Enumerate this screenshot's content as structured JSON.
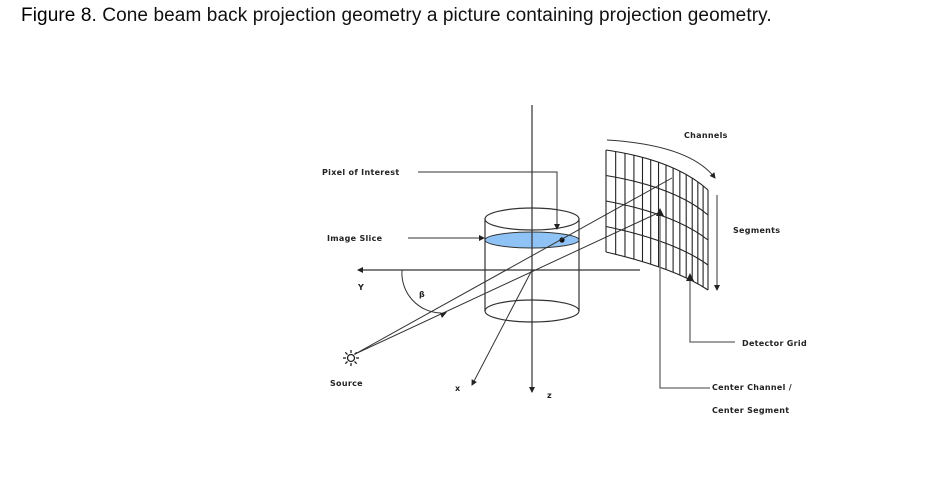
{
  "caption": {
    "figure_label": "Figure 8",
    "text": ". Cone beam back projection geometry a picture containing projection geometry."
  },
  "diagram": {
    "labels": {
      "pixel_of_interest": "Pixel of Interest",
      "image_slice": "Image Slice",
      "y_axis": "Y",
      "beta": "β",
      "source": "Source",
      "x_axis": "x",
      "z_axis": "z",
      "channels": "Channels",
      "segments": "Segments",
      "detector_grid": "Detector Grid",
      "center_channel": "Center Channel /",
      "center_segment": "Center Segment"
    },
    "colors": {
      "image_slice_fill": "#8fc3f5",
      "line": "#333333"
    },
    "icons": {
      "source": "sunburst-icon"
    }
  }
}
